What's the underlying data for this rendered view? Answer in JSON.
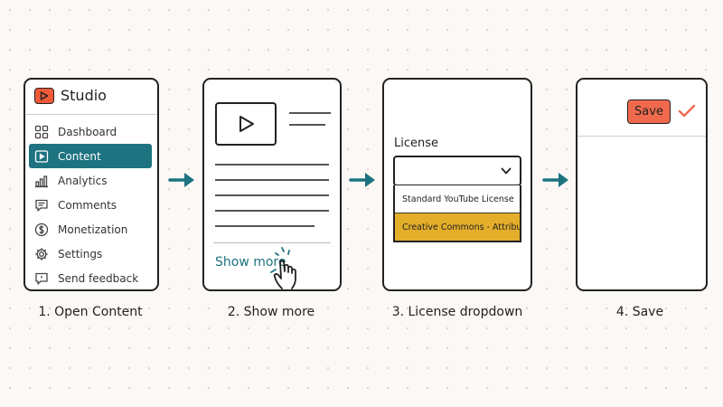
{
  "colors": {
    "teal": "#1d7380",
    "studio_red": "#ef5a3a",
    "save_orange": "#ef6a4d",
    "highlight_yellow": "#e4ae2a"
  },
  "steps": [
    {
      "caption": "1. Open Content",
      "studio": {
        "title": "Studio",
        "menu": [
          {
            "label": "Dashboard",
            "icon": "grid-icon"
          },
          {
            "label": "Content",
            "icon": "play-box-icon",
            "active": true
          },
          {
            "label": "Analytics",
            "icon": "bar-chart-icon"
          },
          {
            "label": "Comments",
            "icon": "comment-icon"
          },
          {
            "label": "Monetization",
            "icon": "dollar-icon"
          },
          {
            "label": "Settings",
            "icon": "gear-icon"
          },
          {
            "label": "Send feedback",
            "icon": "feedback-icon"
          }
        ]
      }
    },
    {
      "caption": "2. Show more",
      "link_text": "Show more",
      "icons": [
        "video-thumbnail-icon",
        "pointing-hand-icon"
      ]
    },
    {
      "caption": "3. License dropdown",
      "label": "License",
      "options": [
        "Standard YouTube License",
        "Creative Commons - Attribution"
      ],
      "selected_option": "Creative Commons - Attribution"
    },
    {
      "caption": "4. Save",
      "button_label": "Save",
      "icons": [
        "checkmark-icon"
      ]
    }
  ]
}
